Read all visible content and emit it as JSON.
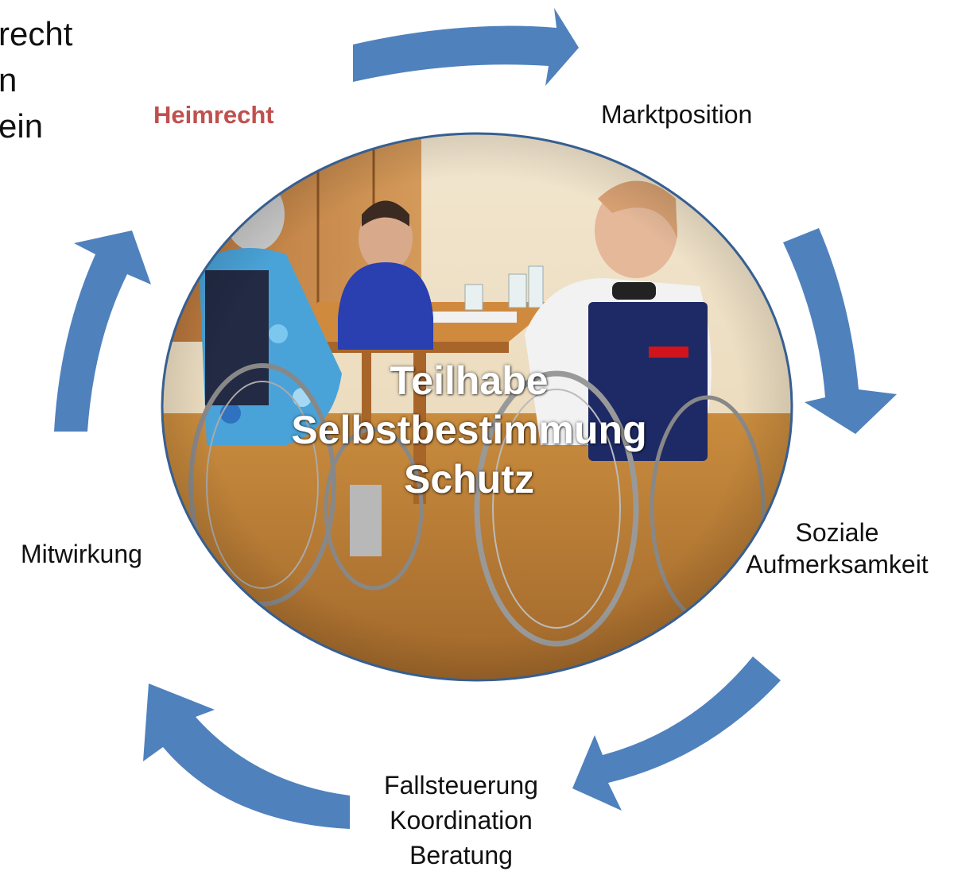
{
  "side_text": [
    "recht",
    "n",
    "ein"
  ],
  "heimrecht_label": "Heimrecht",
  "marktposition_label": "Marktposition",
  "soziale_label": [
    "Soziale",
    "Aufmerksamkeit"
  ],
  "fallsteuerung_label": [
    "Fallsteuerung",
    "Koordination",
    "Beratung"
  ],
  "mitwirkung_label": "Mitwirkung",
  "center_terms": [
    "Teilhabe",
    "Selbstbestimmung",
    "Schutz"
  ],
  "colors": {
    "arrow": "#4f81bd",
    "heimrecht": "#c0504d",
    "circle_border": "#365f91"
  }
}
